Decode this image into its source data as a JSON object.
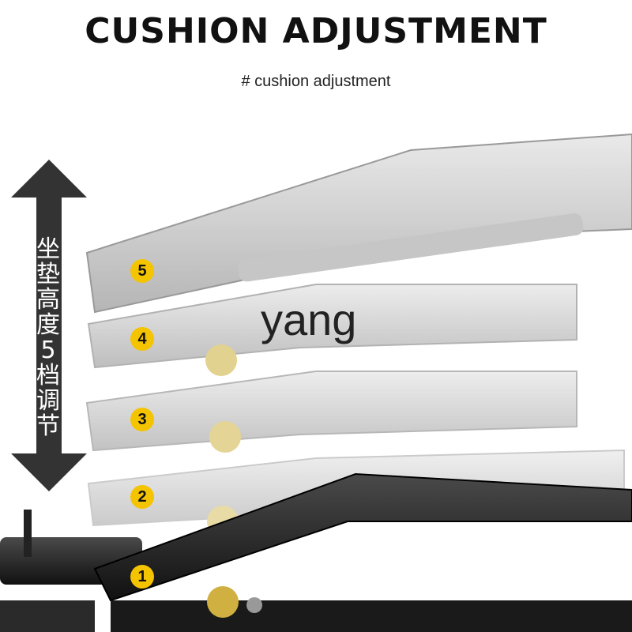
{
  "heading": "CUSHION ADJUSTMENT",
  "subheading": "# cushion adjustment",
  "side_label": "坐垫高度5档调节",
  "watermark": "yang",
  "levels": [
    {
      "label": "5"
    },
    {
      "label": "4"
    },
    {
      "label": "3"
    },
    {
      "label": "2"
    },
    {
      "label": "1"
    }
  ],
  "colors": {
    "badge": "#f5c400",
    "arrow": "#333333",
    "cushion_gray": "#c9c9c9",
    "cushion_black": "#1c1c1c"
  }
}
